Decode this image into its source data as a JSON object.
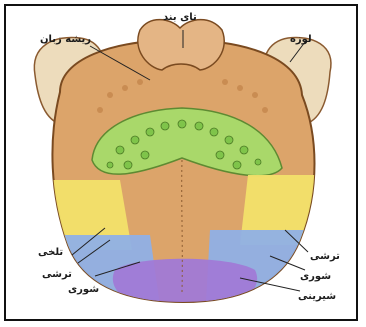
{
  "labels": {
    "top_center": "تای بند",
    "top_left": "ریشه زبان",
    "top_right": "لوزه",
    "left_yellow": "تلخی",
    "left_blue": "ترشی",
    "left_bottom": "شوری",
    "right_yellow": "ترشی",
    "right_blue": "شوری",
    "bottom_purple": "شیرینی"
  },
  "colors": {
    "tongue": "#dca46a",
    "green_region": "#a9d86a",
    "yellow_region": "#f2e26a",
    "blue_region": "#8fb0e6",
    "purple_region": "#a07ad6"
  }
}
